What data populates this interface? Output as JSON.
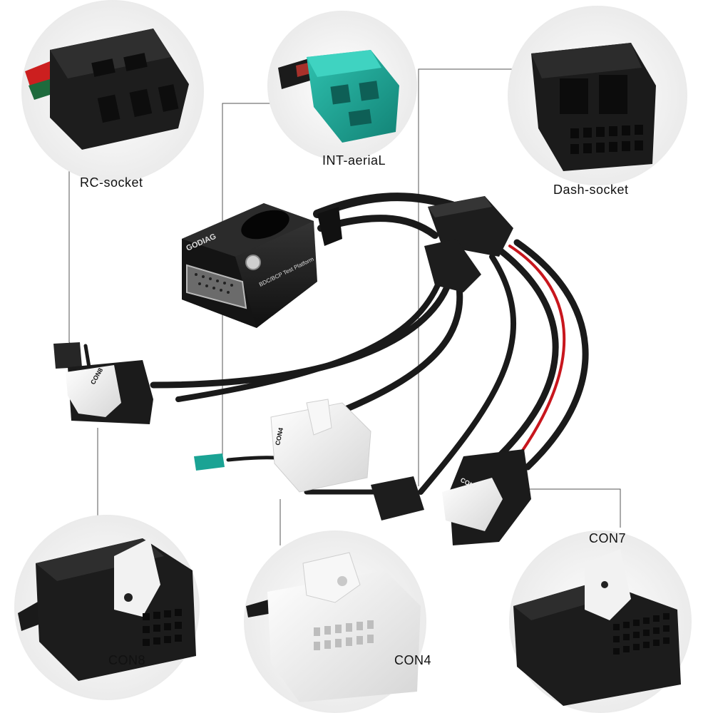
{
  "labels": {
    "rc_socket": "RC-socket",
    "int_aerial": "INT-aeriaL",
    "dash_socket": "Dash-socket",
    "con7": "CON7",
    "con8": "CON8",
    "con4": "CON4"
  },
  "device": {
    "brand": "GODIAG",
    "model": "BDC/BCP Test Platform"
  },
  "connector_marks": {
    "con8": "CON8",
    "con4": "CON4",
    "con7": "CON7"
  },
  "colors": {
    "cable": "#1a1a1a",
    "red_wire": "#c8161d",
    "teal_connector": "#1aa394",
    "white_connector": "#ededed",
    "leader_line": "#555555"
  }
}
